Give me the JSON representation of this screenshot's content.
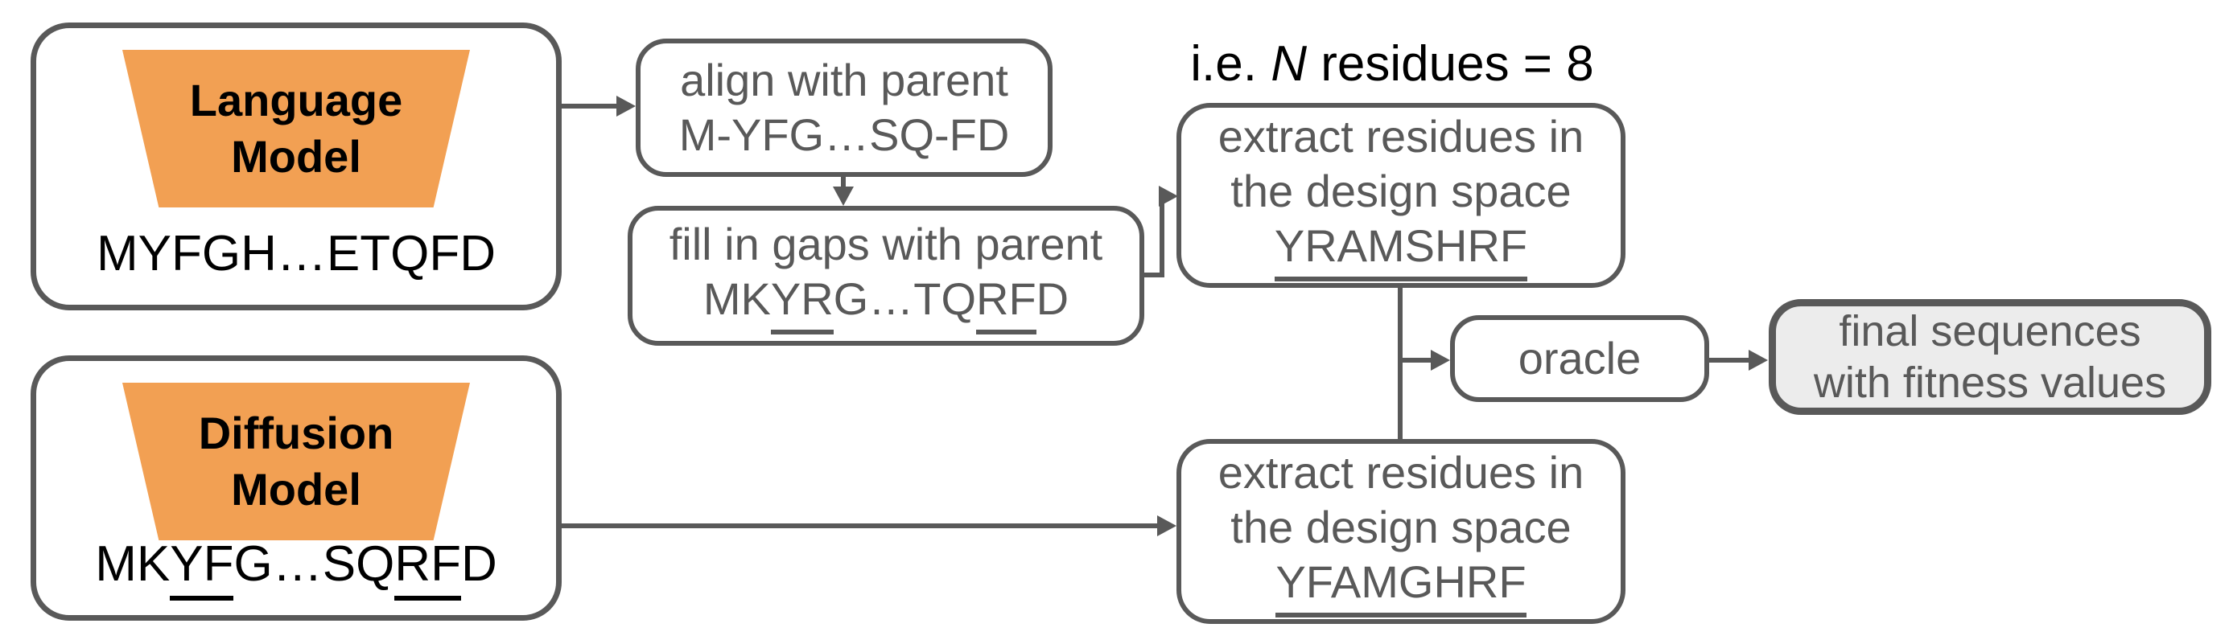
{
  "figure": {
    "colors": {
      "background": "#ffffff",
      "box_border": "#595959",
      "connector": "#595959",
      "gray_text": "#595959",
      "black_text": "#000000",
      "trapezoid_orange": "#F2A053",
      "final_box_fill": "#ECECEC"
    },
    "annotation": {
      "prefix": "i.e. ",
      "italic_var": "N",
      "suffix": " residues = 8"
    },
    "nodes": {
      "language_model": {
        "label_line1": "Language",
        "label_line2": "Model",
        "sequence_segments": [
          {
            "text": "MYFGH…ETQFD",
            "underline": false
          }
        ]
      },
      "diffusion_model": {
        "label_line1": "Diffusion",
        "label_line2": "Model",
        "sequence_segments": [
          {
            "text": "MK",
            "underline": false
          },
          {
            "text": "YF",
            "underline": true
          },
          {
            "text": "G…SQ",
            "underline": false
          },
          {
            "text": "RF",
            "underline": true
          },
          {
            "text": "D",
            "underline": false
          }
        ]
      },
      "align": {
        "line1": "align with parent",
        "sequence_segments": [
          {
            "text": "M-YFG…SQ-FD",
            "underline": false
          }
        ]
      },
      "fill_gaps": {
        "line1": "fill in gaps with parent",
        "sequence_segments": [
          {
            "text": "MK",
            "underline": false
          },
          {
            "text": "YR",
            "underline": true
          },
          {
            "text": "G…TQ",
            "underline": false
          },
          {
            "text": "RF",
            "underline": true
          },
          {
            "text": "D",
            "underline": false
          }
        ]
      },
      "extract_top": {
        "line1": "extract residues in",
        "line2": "the design space",
        "sequence_segments": [
          {
            "text": "YRAMSHRF",
            "underline": true
          }
        ]
      },
      "extract_bottom": {
        "line1": "extract residues in",
        "line2": "the design space",
        "sequence_segments": [
          {
            "text": "YFAMGHRF",
            "underline": true
          }
        ]
      },
      "oracle": {
        "label": "oracle"
      },
      "final": {
        "line1": "final sequences",
        "line2": "with fitness values"
      }
    }
  }
}
